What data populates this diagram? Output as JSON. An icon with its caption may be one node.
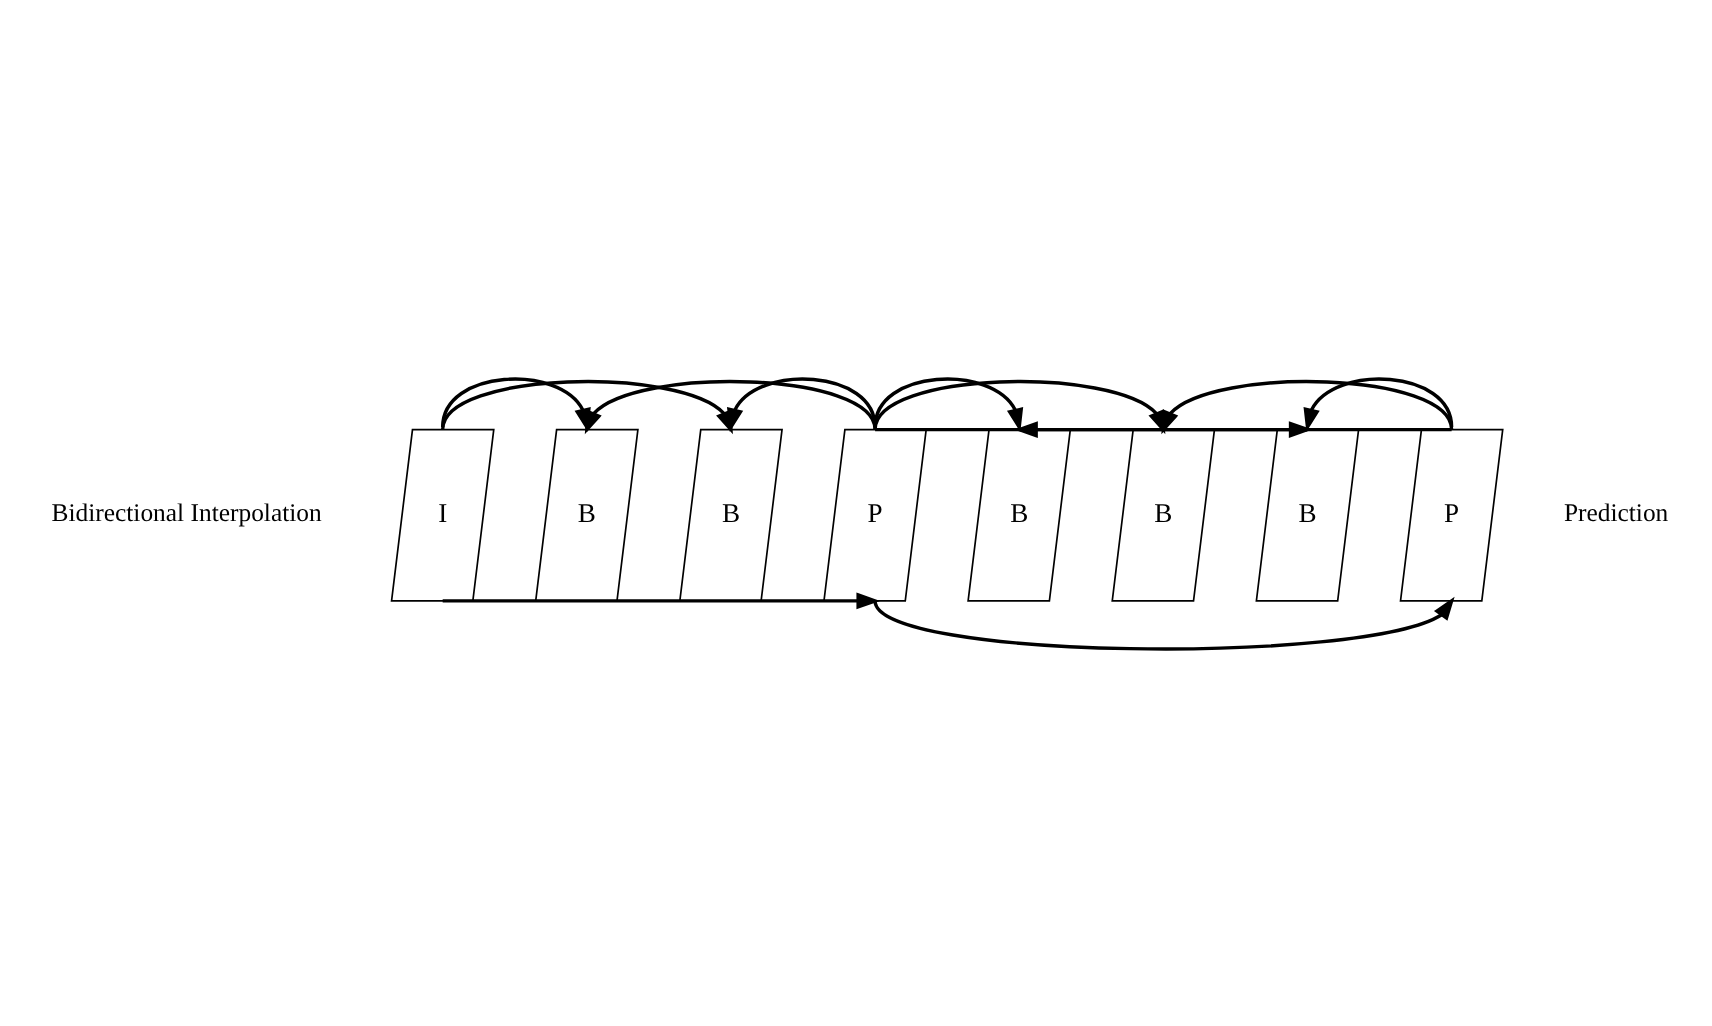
{
  "diagram": {
    "nodes": [
      {
        "text": [
          "I"
        ]
      },
      {
        "text": [
          "B"
        ]
      },
      {
        "text": [
          "B"
        ]
      },
      {
        "text": [
          "P"
        ]
      },
      {
        "text": [
          "B"
        ]
      },
      {
        "text": [
          "B"
        ]
      },
      {
        "text": [
          "B"
        ]
      },
      {
        "text": [
          "P"
        ]
      }
    ],
    "edges": [
      {
        "from": 0,
        "to": 1,
        "arrow": "to"
      },
      {
        "from": 0,
        "to": 2,
        "arrow": "to"
      },
      {
        "from": 3,
        "to": 1,
        "arrow": "to"
      },
      {
        "from": 3,
        "to": 2,
        "arrow": "to"
      },
      {
        "from": 3,
        "to": 4,
        "arrow": "to"
      },
      {
        "from": 3,
        "to": 5,
        "arrow": "to"
      },
      {
        "from": 3,
        "to": 6,
        "arrow": "to"
      },
      {
        "from": 7,
        "to": 4,
        "arrow": "to"
      },
      {
        "from": 7,
        "to": 5,
        "arrow": "to"
      },
      {
        "from": 7,
        "to": 6,
        "arrow": "to"
      },
      {
        "from": 0,
        "to": 3,
        "arrow": "to"
      },
      {
        "from": 3,
        "to": 7,
        "arrow": "to"
      }
    ],
    "labels": [
      "Bidirectional Interpolation",
      "Prediction"
    ]
  }
}
